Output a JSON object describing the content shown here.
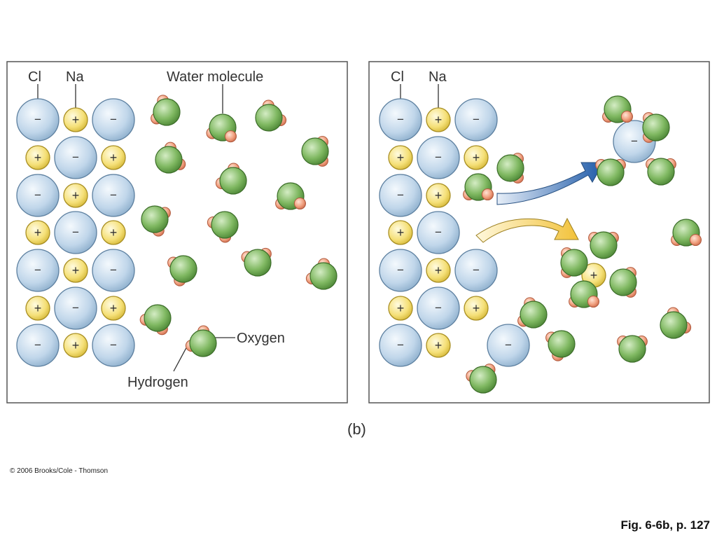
{
  "panel_left": {
    "label_cl": "Cl",
    "label_na": "Na",
    "label_water": "Water molecule",
    "label_oxygen": "Oxygen",
    "label_hydrogen": "Hydrogen"
  },
  "panel_right": {
    "label_cl": "Cl",
    "label_na": "Na"
  },
  "ion_signs": {
    "chloride": "−",
    "sodium": "+"
  },
  "caption": "(b)",
  "copyright": "© 2006 Brooks/Cole - Thomson",
  "figure_ref": "Fig. 6-6b, p. 127",
  "colors": {
    "chloride": "#c2d8ea",
    "sodium": "#f5e27a",
    "oxygen": "#7fb861",
    "hydrogen": "#f0a07f",
    "arrow_blue": "#1e5aa8",
    "arrow_yellow": "#f2c23a"
  }
}
